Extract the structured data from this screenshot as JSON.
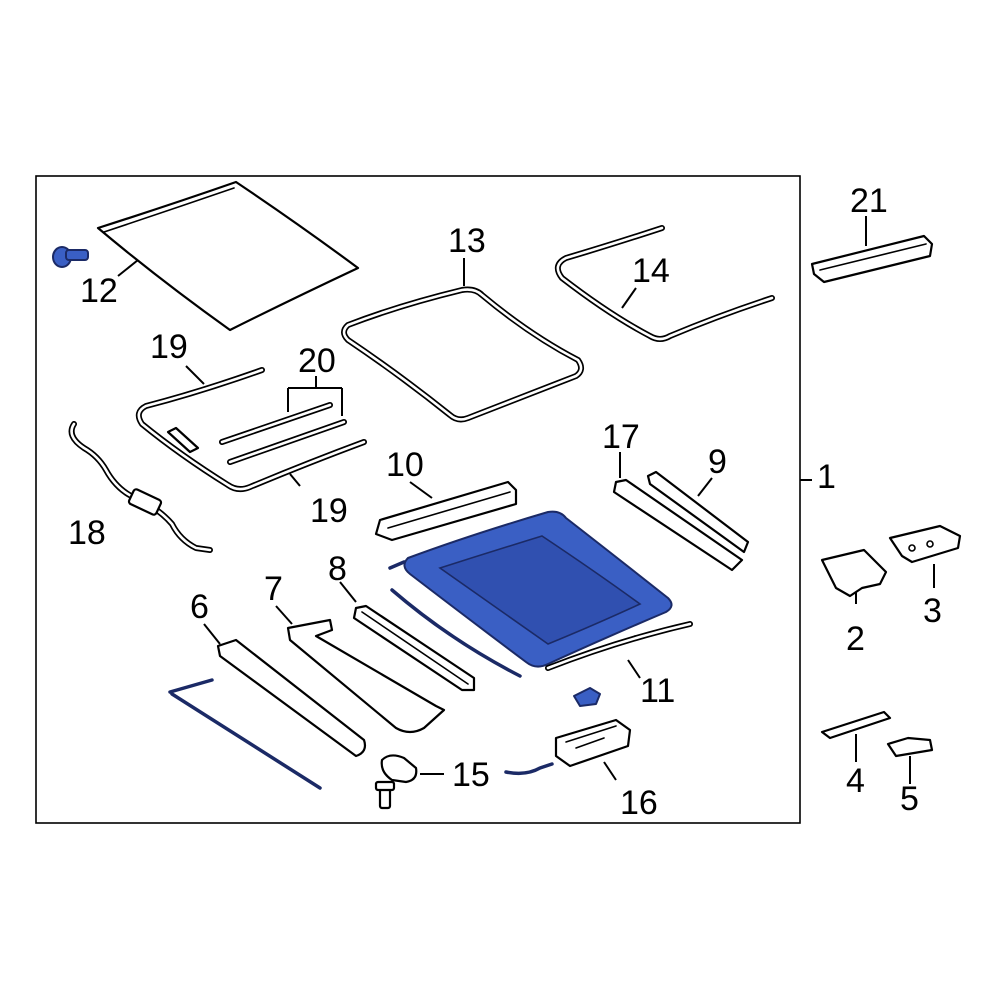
{
  "callouts": [
    {
      "id": "1",
      "label": "1"
    },
    {
      "id": "2",
      "label": "2"
    },
    {
      "id": "3",
      "label": "3"
    },
    {
      "id": "4",
      "label": "4"
    },
    {
      "id": "5",
      "label": "5"
    },
    {
      "id": "6",
      "label": "6"
    },
    {
      "id": "7",
      "label": "7"
    },
    {
      "id": "8",
      "label": "8"
    },
    {
      "id": "9",
      "label": "9"
    },
    {
      "id": "10",
      "label": "10"
    },
    {
      "id": "11",
      "label": "11"
    },
    {
      "id": "12",
      "label": "12"
    },
    {
      "id": "13",
      "label": "13"
    },
    {
      "id": "14",
      "label": "14"
    },
    {
      "id": "15",
      "label": "15"
    },
    {
      "id": "16",
      "label": "16"
    },
    {
      "id": "17",
      "label": "17"
    },
    {
      "id": "18",
      "label": "18"
    },
    {
      "id": "19a",
      "label": "19"
    },
    {
      "id": "19b",
      "label": "19"
    },
    {
      "id": "20",
      "label": "20"
    },
    {
      "id": "21",
      "label": "21"
    }
  ],
  "highlight": {
    "part": "sunroof-frame",
    "color": "#3a5fc4"
  }
}
